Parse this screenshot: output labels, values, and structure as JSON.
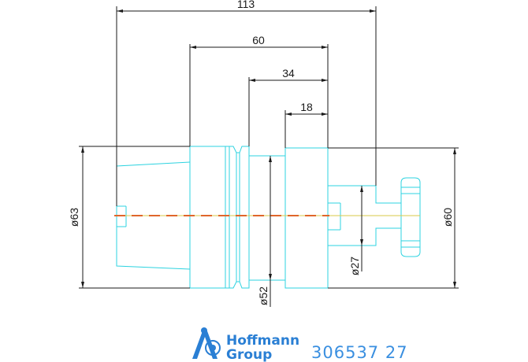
{
  "dimensions": {
    "overall_length": "113",
    "length_60": "60",
    "length_34": "34",
    "length_18": "18",
    "diameter_63": "ø63",
    "diameter_60": "ø60",
    "diameter_52": "ø52",
    "diameter_27": "ø27"
  },
  "brand": {
    "line1": "Hoffmann",
    "line2": "Group"
  },
  "part_number": "306537 27",
  "colors": {
    "part_outline": "#2ed3e0",
    "dimension": "#1a1a1a",
    "centerline_dash": "#e0662b",
    "centerline_solid": "#d9c84a",
    "brand_blue": "#2a7fd4"
  }
}
